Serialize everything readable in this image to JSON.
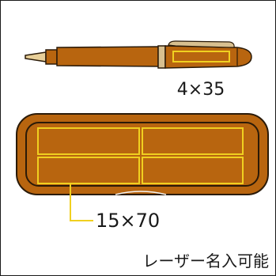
{
  "pen": {
    "engraving_label": "4×35"
  },
  "case": {
    "engraving_label": "15×70"
  },
  "footer": {
    "note": "レーザー名入可能"
  },
  "colors": {
    "body": "#b8650f",
    "body_dark": "#6b3a0a",
    "engrave_outline": "#f0d020",
    "metal": "#d8c090",
    "outline": "#2a1a08"
  }
}
